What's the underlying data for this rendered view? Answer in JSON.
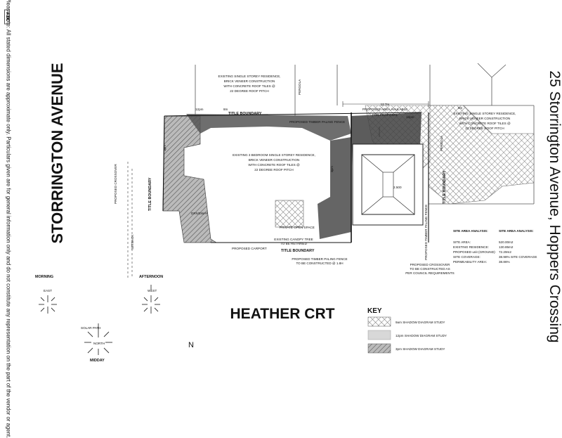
{
  "streets": {
    "left": "STORRINGTON AVENUE",
    "bottom": "HEATHER CRT"
  },
  "address_title": "25 Storrington Avenue, Hoppers Crossing",
  "disclaimer": "Please note: All stated dimensions are approximate only. Particulars given are for general information only and do not constitute any representation on the part of the vendor or agent.",
  "agency_logo": "ABC",
  "labels": {
    "title_boundary": "TITLE BOUNDARY",
    "neighbour_top": [
      "EXISTING SINGLE STOREY RESIDENCE,",
      "BRICK VENEER CONSTRUCTION",
      "WITH CONCRETE ROOF TILES @",
      "22 DEGREE ROOF PITCH"
    ],
    "neighbour_right": [
      "EXISTING SINGLE STOREY RESIDENCE,",
      "BRICK VENEER CONSTRUCTION",
      "WITH CONCRETE ROOF TILES @",
      "22 DEGREE ROOF PITCH"
    ],
    "existing_residence": [
      "EXISTING 3 BEDROOM SINGLE STOREY RESIDENCE,",
      "BRICK VENEER CONSTRUCTION",
      "WITH CONCRETE ROOF TILES @",
      "22 DEGREE ROOF PITCH"
    ],
    "pergola_top": "PERGOLA",
    "pergola_right": "PERGOLA",
    "proposed_area": [
      "PROPOSED AREA AVAILABLE",
      "FOR PROPOSAL"
    ],
    "dim_top": "12.7m",
    "dim_8m_a": "8m",
    "dim_8m_b": "8m",
    "dim_12pm_a": "12pm",
    "dim_12pm_b": "12pm",
    "dim_3pm_a": "3pm",
    "dim_3pm_b": "3pm",
    "dim_2500": "2.500",
    "proposed_fence": "PROPOSED TIMBER PALING FENCE",
    "private_open_space": "PRIVATE OPEN SPACE",
    "existing_canopy": [
      "EXISTING CANOPY TREE",
      "TO BE RETAINED"
    ],
    "proposed_carport": "PROPOSED CARPORT",
    "proposed_fence_bottom": [
      "PROPOSED TIMBER PALING FENCE",
      "TO BE CONSTRUCTED @ 1.8H"
    ],
    "proposed_crossover_bottom": [
      "PROPOSED CROSSOVER",
      "TO BE CONSTRUCTED AS",
      "PER COUNCIL REQUIREMENTS"
    ],
    "proposed_crossover_left": "PROPOSED CROSSOVER",
    "site_setback": "SETBACK",
    "driveway": "DRIVEWAY"
  },
  "site_analysis": {
    "heading_left": "SITE AREA ANALYSIS:",
    "heading_right": "SITE AREA ANALYSIS:",
    "rows": [
      {
        "label": "SITE AREA:",
        "value": "520.00m2"
      },
      {
        "label": "EXISTING RESIDENCE:",
        "value": "130.85m2"
      },
      {
        "label": "PROPOSED unit (GROUND):",
        "value": "72.29m2"
      },
      {
        "label": "SITE COVERAGE:",
        "value": "38.98% SITE COVERAGE"
      },
      {
        "label": "PERMEABILITY AREA:",
        "value": "38.86%"
      }
    ]
  },
  "key": {
    "title": "KEY",
    "items": [
      {
        "label": "9am SHADOW DIAGRAM STUDY",
        "swatch": "crosshatch"
      },
      {
        "label": "12pm SHADOW DIAGRAM STUDY",
        "swatch": "dark"
      },
      {
        "label": "3pm SHADOW DIAGRAM STUDY",
        "swatch": "hatch"
      }
    ]
  },
  "sun_path": {
    "morning": "MORNING",
    "east": "EAST",
    "afternoon": "AFTERNOON",
    "west": "WEST",
    "solar_path": "SOLAR PATH",
    "north": "NORTH",
    "midday": "MIDDAY",
    "compass_n": "N"
  },
  "colors": {
    "shadow_dark": "#4a4a4a",
    "shadow_mid": "#8a8a8a",
    "line": "#222222"
  }
}
